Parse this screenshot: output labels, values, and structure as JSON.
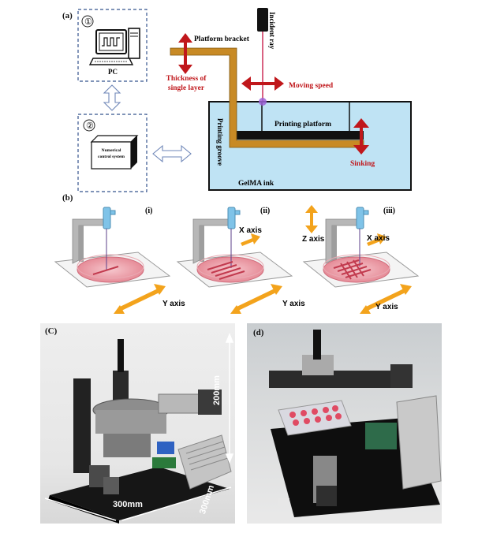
{
  "panel_a": {
    "label": "(a)",
    "box1": {
      "number": "①",
      "computer_label": "PC"
    },
    "box2": {
      "number": "②",
      "device_label_line1": "Numerical",
      "device_label_line2": "control system"
    },
    "platform_bracket": "Platform bracket",
    "incident_ray": "Incident ray",
    "thickness_line1": "Thickness of",
    "thickness_line2": "single layer",
    "moving_speed": "Moving speed",
    "printing_groove": "Printing groove",
    "printing_platform": "Printing platform",
    "sinking": "Sinking",
    "gelma_ink": "GelMA ink",
    "colors": {
      "ink": "#bfe3f4",
      "bracket": "#c88a25",
      "arrow": "#c0171b",
      "dashed": "#35538e"
    }
  },
  "panel_b": {
    "label": "(b)",
    "steps": [
      {
        "roman": "(i)",
        "axes": [
          "Y axis"
        ]
      },
      {
        "roman": "(ii)",
        "axes": [
          "X axis",
          "Y axis"
        ]
      },
      {
        "roman": "(iii)",
        "axes": [
          "Z axis",
          "X axis",
          "Y axis"
        ]
      }
    ],
    "colors": {
      "axis_arrow": "#f3a31c",
      "dish": "#f2b8bf",
      "nozzle": "#7fc3e8"
    }
  },
  "panel_c": {
    "label": "(C)",
    "dim_height": "200mm",
    "dim_width": "300mm",
    "dim_depth": "300mm"
  },
  "panel_d": {
    "label": "(d)"
  }
}
